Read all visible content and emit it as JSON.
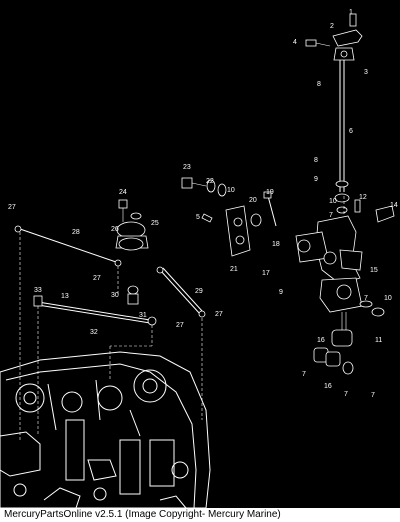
{
  "footer": {
    "text": "MercuryPartsOnline v2.5.1 (Image Copyright- Mercury Marine)"
  },
  "callouts": [
    {
      "id": "c1",
      "label": "1"
    },
    {
      "id": "c2",
      "label": "2"
    },
    {
      "id": "c3",
      "label": "3"
    },
    {
      "id": "c4",
      "label": "4"
    },
    {
      "id": "c8a",
      "label": "8"
    },
    {
      "id": "c6",
      "label": "6"
    },
    {
      "id": "c8b",
      "label": "8"
    },
    {
      "id": "c9",
      "label": "9"
    },
    {
      "id": "c10a",
      "label": "10"
    },
    {
      "id": "c7a",
      "label": "7"
    },
    {
      "id": "c12",
      "label": "12"
    },
    {
      "id": "c14",
      "label": "14"
    },
    {
      "id": "c23",
      "label": "23"
    },
    {
      "id": "c22",
      "label": "22"
    },
    {
      "id": "c10b",
      "label": "10"
    },
    {
      "id": "c24",
      "label": "24"
    },
    {
      "id": "c20",
      "label": "20"
    },
    {
      "id": "c19",
      "label": "19"
    },
    {
      "id": "c5",
      "label": "5"
    },
    {
      "id": "c26",
      "label": "26"
    },
    {
      "id": "c25",
      "label": "25"
    },
    {
      "id": "c27a",
      "label": "27"
    },
    {
      "id": "c28",
      "label": "28"
    },
    {
      "id": "c21",
      "label": "21"
    },
    {
      "id": "c18",
      "label": "18"
    },
    {
      "id": "c17",
      "label": "17"
    },
    {
      "id": "c15",
      "label": "15"
    },
    {
      "id": "c27b",
      "label": "27"
    },
    {
      "id": "c29",
      "label": "29"
    },
    {
      "id": "c9b",
      "label": "9"
    },
    {
      "id": "c33",
      "label": "33"
    },
    {
      "id": "c13",
      "label": "13"
    },
    {
      "id": "c30",
      "label": "30"
    },
    {
      "id": "c31",
      "label": "31"
    },
    {
      "id": "c27c",
      "label": "27"
    },
    {
      "id": "c27d",
      "label": "27"
    },
    {
      "id": "c32",
      "label": "32"
    },
    {
      "id": "c7b",
      "label": "7"
    },
    {
      "id": "c10c",
      "label": "10"
    },
    {
      "id": "c11",
      "label": "11"
    },
    {
      "id": "c16a",
      "label": "16"
    },
    {
      "id": "c7c",
      "label": "7"
    },
    {
      "id": "c7d",
      "label": "7"
    },
    {
      "id": "c16b",
      "label": "16"
    },
    {
      "id": "c7e",
      "label": "7"
    }
  ]
}
